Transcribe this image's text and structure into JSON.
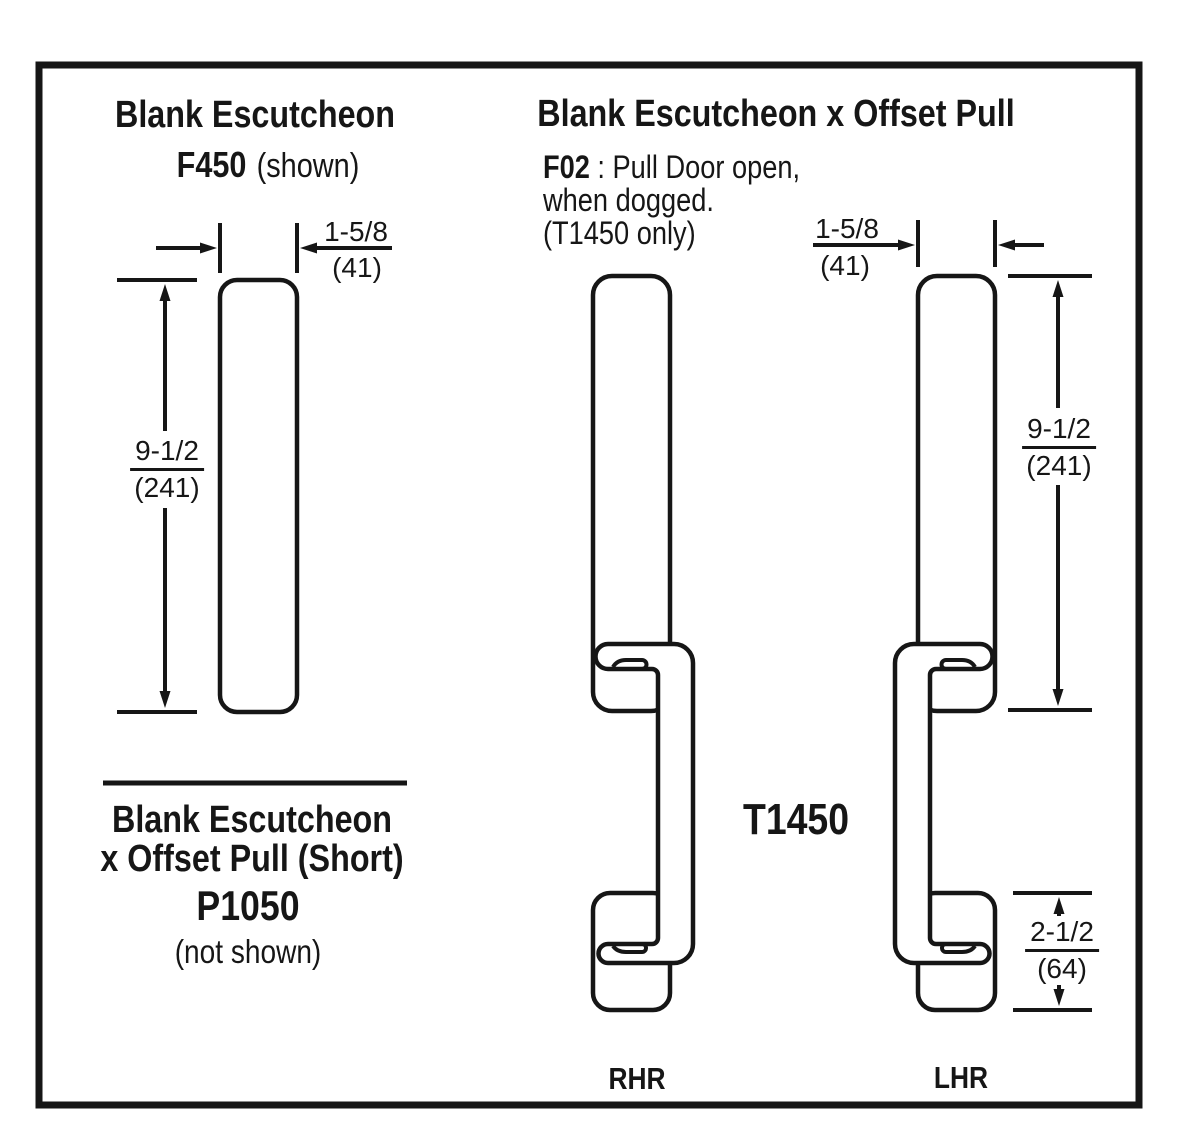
{
  "colors": {
    "ink": "#161616",
    "paper": "#ffffff"
  },
  "left_panel": {
    "title": "Blank Escutcheon",
    "model": "F450",
    "model_note": "(shown)",
    "width_dim": {
      "inches": "1-5/8",
      "mm": "(41)"
    },
    "height_dim": {
      "inches": "9-1/2",
      "mm": "(241)"
    }
  },
  "short_pull_panel": {
    "title_line1": "Blank Escutcheon",
    "title_line2": "x Offset Pull (Short)",
    "model": "P1050",
    "model_note": "(not shown)"
  },
  "offset_pull_panel": {
    "title": "Blank Escutcheon x Offset Pull",
    "note_code": "F02",
    "note_rest": " : Pull Door open,",
    "note_line2": "when dogged.",
    "note_line3": "(T1450 only)",
    "model": "T1450",
    "width_dim": {
      "inches": "1-5/8",
      "mm": "(41)"
    },
    "height_dim": {
      "inches": "9-1/2",
      "mm": "(241)"
    },
    "bottom_dim": {
      "inches": "2-1/2",
      "mm": "(64)"
    },
    "rhr_label": "RHR",
    "lhr_label": "LHR"
  }
}
